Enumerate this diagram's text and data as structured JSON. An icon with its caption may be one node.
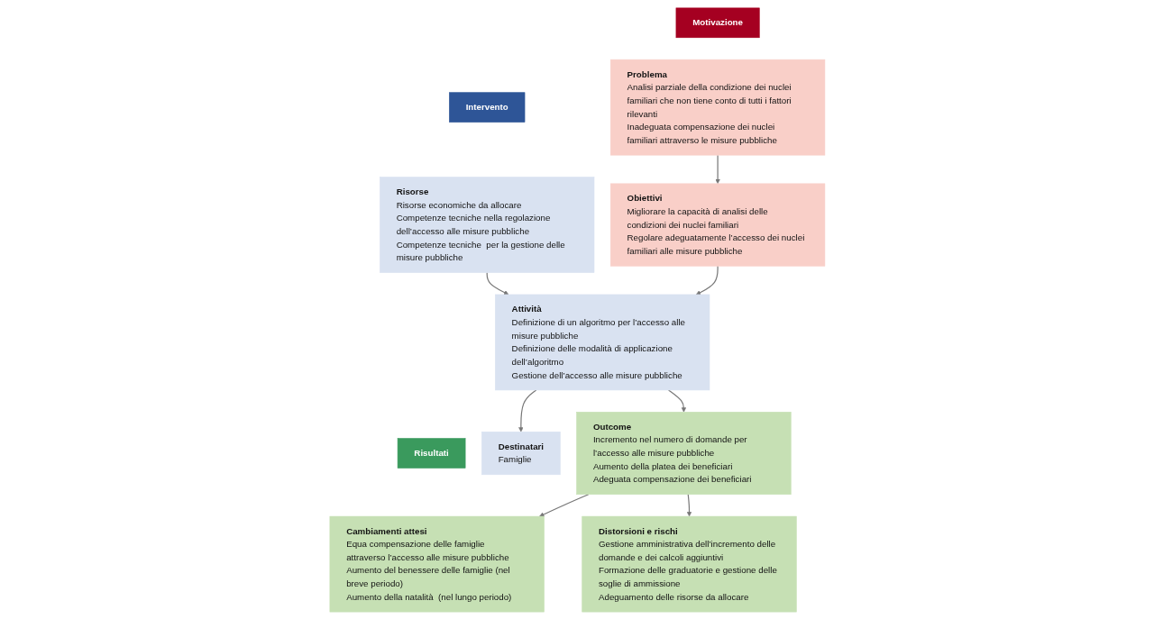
{
  "diagram": {
    "nodes": [
      {
        "text": [
          "Motivazione"
        ]
      },
      {
        "text": [
          "Intervento"
        ]
      },
      {
        "text": [
          "Risultati"
        ]
      },
      {
        "text": [
          "Problema",
          "Analisi parziale della condizione dei nuclei familiari che non tiene conto di tutti i fattori rilevanti",
          "Inadeguata compensazione dei nuclei familiari attraverso le misure pubbliche"
        ]
      },
      {
        "text": [
          "Obiettivi",
          "Migliorare la capacità di analisi delle condizioni dei nuclei familiari",
          "Regolare adeguatamente l’accesso dei nuclei familiari alle misure pubbliche"
        ]
      },
      {
        "text": [
          "Risorse",
          "Risorse economiche da allocare",
          "Competenze tecniche nella regolazione dell’accesso alle misure pubbliche",
          "Competenze tecniche  per la gestione delle misure pubbliche"
        ]
      },
      {
        "text": [
          "Attività",
          "Definizione di un algoritmo per l’accesso alle misure pubbliche",
          "Definizione delle modalità di applicazione dell’algoritmo",
          "Gestione dell’accesso alle misure pubbliche"
        ]
      },
      {
        "text": [
          "Destinatari",
          "Famiglie"
        ]
      },
      {
        "text": [
          "Cambiamenti attesi",
          "Equa compensazione delle famiglie attraverso l’accesso alle misure pubbliche",
          "Aumento del benessere delle famiglie (nel breve periodo)",
          "Aumento della natalità  (nel lungo periodo)"
        ]
      },
      {
        "text": [
          "Outcome",
          "Incremento nel numero di domande per l’accesso alle misure pubbliche",
          "Aumento della platea dei beneficiari",
          "Adeguata compensazione dei beneficiari"
        ]
      },
      {
        "text": [
          "Distorsioni e rischi",
          "Gestione amministrativa dell’incremento delle domande e dei calcoli aggiuntivi",
          "Formazione delle graduatorie e gestione delle soglie di ammissione",
          "Adeguamento delle risorse da allocare"
        ]
      }
    ],
    "edges": [
      {
        "from": 3,
        "to": 4,
        "arrow": "to"
      },
      {
        "from": 4,
        "to": 6,
        "arrow": "to"
      },
      {
        "from": 5,
        "to": 6,
        "arrow": "to"
      },
      {
        "from": 6,
        "to": 7,
        "arrow": "to"
      },
      {
        "from": 6,
        "to": 9,
        "arrow": "to"
      },
      {
        "from": 9,
        "to": 8,
        "arrow": "to"
      },
      {
        "from": 9,
        "to": 10,
        "arrow": "to"
      }
    ]
  }
}
